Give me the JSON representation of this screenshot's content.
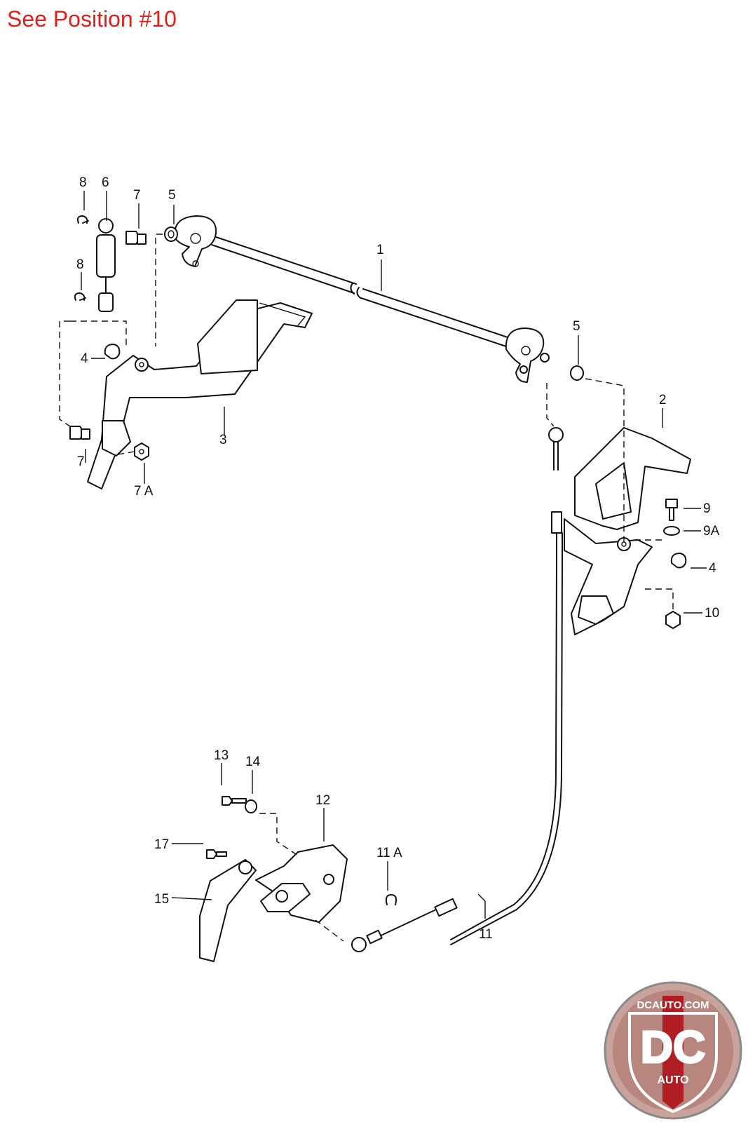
{
  "header": {
    "note": "See Position #10"
  },
  "callouts": {
    "c1": "1",
    "c2": "2",
    "c3": "3",
    "c4a": "4",
    "c4b": "4",
    "c5a": "5",
    "c5b": "5",
    "c6": "6",
    "c7a": "7",
    "c7b": "7",
    "c7A": "7 A",
    "c8a": "8",
    "c8b": "8",
    "c9": "9",
    "c9A": "9A",
    "c10": "10",
    "c11": "11",
    "c11A": "11 A",
    "c12": "12",
    "c13": "13",
    "c14": "14",
    "c15": "15",
    "c17": "17"
  },
  "logo": {
    "top_text": "DCAUTO.COM",
    "mark": "DC",
    "sub": "AUTO",
    "colors": {
      "red": "#b01e24",
      "ring": "#c8a09a",
      "dark": "#4a4a4a"
    }
  }
}
